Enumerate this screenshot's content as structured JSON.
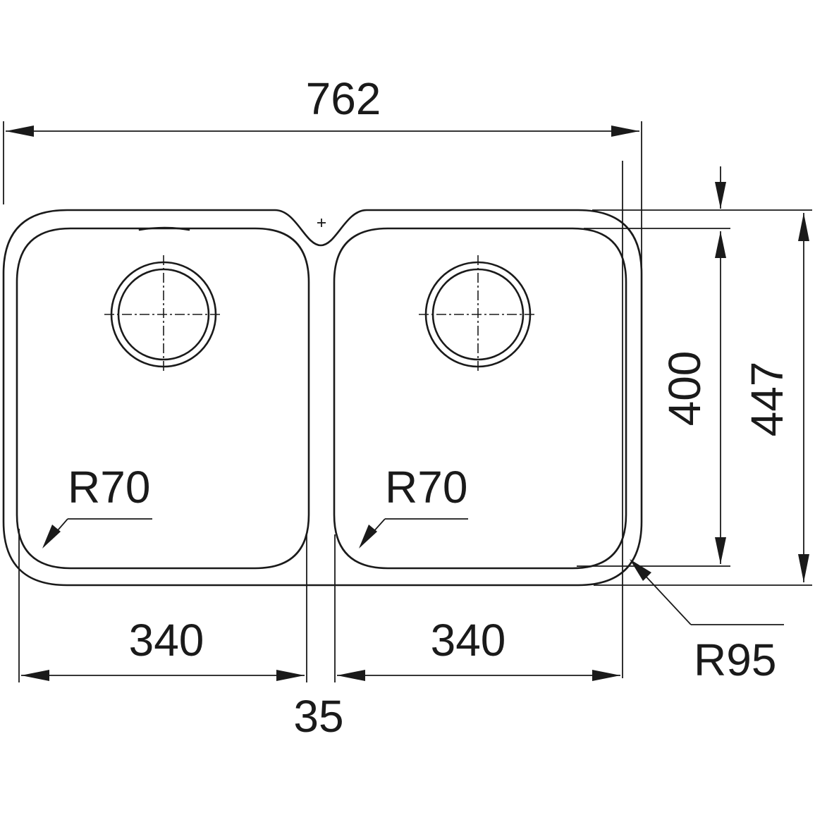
{
  "colors": {
    "line": "#1a1a1a",
    "background": "#ffffff"
  },
  "dimensions": {
    "overall_width": "762",
    "bowl_depth": "400",
    "overall_depth": "447",
    "left_bowl_width": "340",
    "right_bowl_width": "340",
    "center_gap": "35",
    "left_corner_radius": "R70",
    "right_corner_radius": "R70",
    "outer_corner_radius": "R95"
  }
}
